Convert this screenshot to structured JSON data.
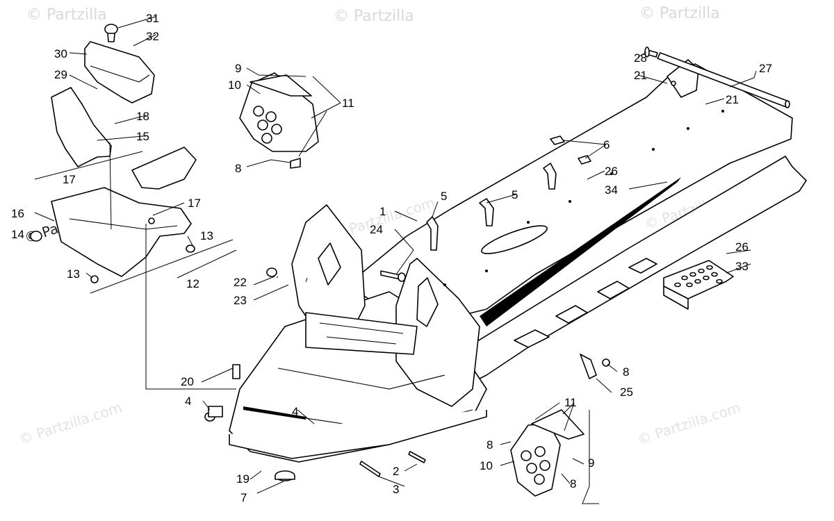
{
  "watermark": {
    "text": "© Partzilla",
    "text_com": "© Partzilla.com"
  },
  "callouts": {
    "c1": "1",
    "c2": "2",
    "c3": "3",
    "c4a": "4",
    "c4b": "4",
    "c5a": "5",
    "c5b": "5",
    "c6": "6",
    "c7": "7",
    "c8a": "8",
    "c8b": "8",
    "c8c": "8",
    "c8d": "8",
    "c9a": "9",
    "c9b": "9",
    "c10a": "10",
    "c10b": "10",
    "c11a": "11",
    "c11b": "11",
    "c12": "12",
    "c13a": "13",
    "c13b": "13",
    "c14": "14",
    "c15": "15",
    "c16": "16",
    "c17a": "17",
    "c17b": "17",
    "c18": "18",
    "c19": "19",
    "c20": "20",
    "c21a": "21",
    "c21b": "21",
    "c22": "22",
    "c23": "23",
    "c24": "24",
    "c25": "25",
    "c26a": "26",
    "c26b": "26",
    "c27": "27",
    "c28": "28",
    "c29": "29",
    "c30": "30",
    "c31": "31",
    "c32": "32",
    "c33": "33",
    "c34": "34"
  }
}
